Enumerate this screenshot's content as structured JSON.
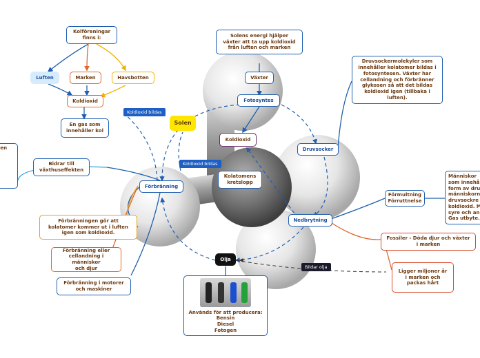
{
  "nodes": {
    "kolforeningar": "Kolföreningar\nfinns i:",
    "luften": "Luften",
    "marken": "Marken",
    "havsbotten": "Havsbotten",
    "koldioxid_top": "Koldioxid",
    "gas_kol": "En gas som\ninnehåller kol",
    "solens_energi": "Solens energi hjälper\nväxter att ta upp koldioxid\nfrån luften och marken",
    "vaxter": "Växter",
    "fotosyntes": "Fotosyntes",
    "solen": "Solen",
    "koldioxid_center": "Koldioxid",
    "druvsocker_info": "Druvsockermolekyler som\ninnehåller kolatomer bildas i\nfotosyntesen. Växter har\ncellandning och förbränner\nglykosen så att det bildas\nkoldioxid igen (tillbaka i\nluften).",
    "druvsocker": "Druvsocker",
    "vaxthus_partial": "ten",
    "bidrar": "Bidrar till\nväxthuseffekten",
    "forbranning": "Förbränning",
    "kretslopp": "Kolatomens\nkretslopp",
    "formultning": "Förmultning\nFörruttnelse",
    "manniskor_partial": "Människor\nsom innehå\nform av dru\nmänniskorn\ndruvsockre\nkoldioxid. M\nsyre och an\nGas utbyte.",
    "nedbrytning": "Nedbrytning",
    "forbranningen_gor": "Förbränningen gör att\nkolatomer kommer ut i luften\nigen som koldioxid.",
    "fossiler": "Fossiler - Döda djur och växter\ni marken",
    "olja": "Olja",
    "forbranning_cell": "Förbränning eller\ncellandning i människor\noch djur",
    "ligger": "Ligger miljoner år\ni marken och\npackas hårt",
    "forbranning_motorer": "Förbränning i motorer\noch maskiner",
    "anvands_title": "Används för att producera:",
    "anvands_items": "Bensin\nDiesel\nFotogen"
  },
  "tags": {
    "koldioxid_bildas_1": "Koldioxid bildas",
    "koldioxid_bildas_2": "Koldioxid bildas",
    "bildar_olja": "Bildar olja"
  },
  "colors": {
    "blue": "#1f5fb0",
    "orange": "#e0662b",
    "yellow": "#f0b400",
    "sun": "#ffe600",
    "text_brown": "#6b3a12"
  }
}
